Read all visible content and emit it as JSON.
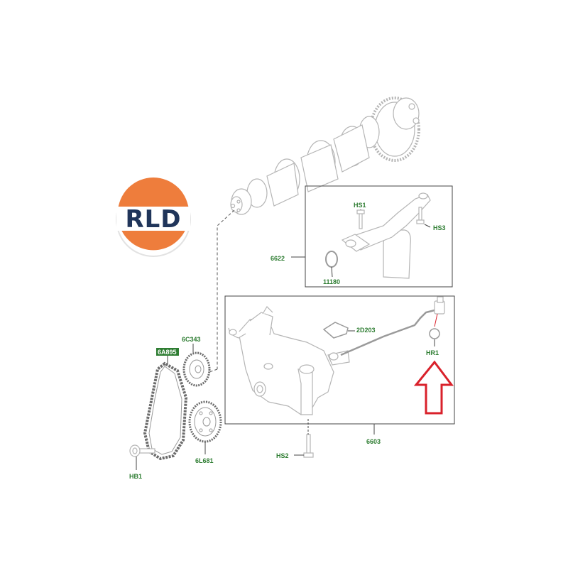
{
  "logo": {
    "text": "RLD",
    "colors": {
      "orange": "#ee7d3c",
      "navy": "#20355a",
      "white": "#ffffff"
    }
  },
  "colors": {
    "label": "#2e7d32",
    "line": "#444444",
    "part": "#b5b5b5",
    "arrow": "#d9212b",
    "leader": "#d9212b"
  },
  "parts": {
    "hs1": "HS1",
    "hs3": "HS3",
    "p6622": "6622",
    "p11180": "11180",
    "p2d203": "2D203",
    "hr1": "HR1",
    "p6c343": "6C343",
    "p6a895": "6A895",
    "hs2": "HS2",
    "p6603": "6603",
    "p6l681": "6L681",
    "hb1": "HB1"
  },
  "icons": {
    "crankshaft": "crankshaft-icon",
    "oil-pickup": "oil-pickup-tube-icon",
    "oil-pump": "oil-pump-icon",
    "chain": "timing-chain-icon",
    "arrow": "up-arrow-icon"
  }
}
